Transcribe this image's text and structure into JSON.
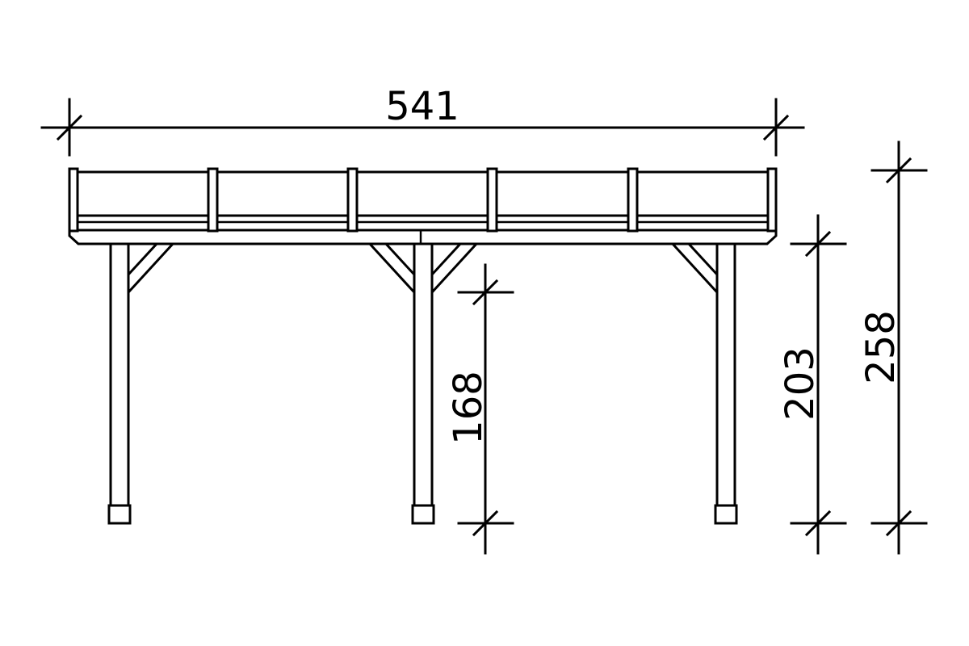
{
  "dimensions": {
    "width": "541",
    "clearance": "168",
    "eave_height": "203",
    "total_height": "258"
  }
}
